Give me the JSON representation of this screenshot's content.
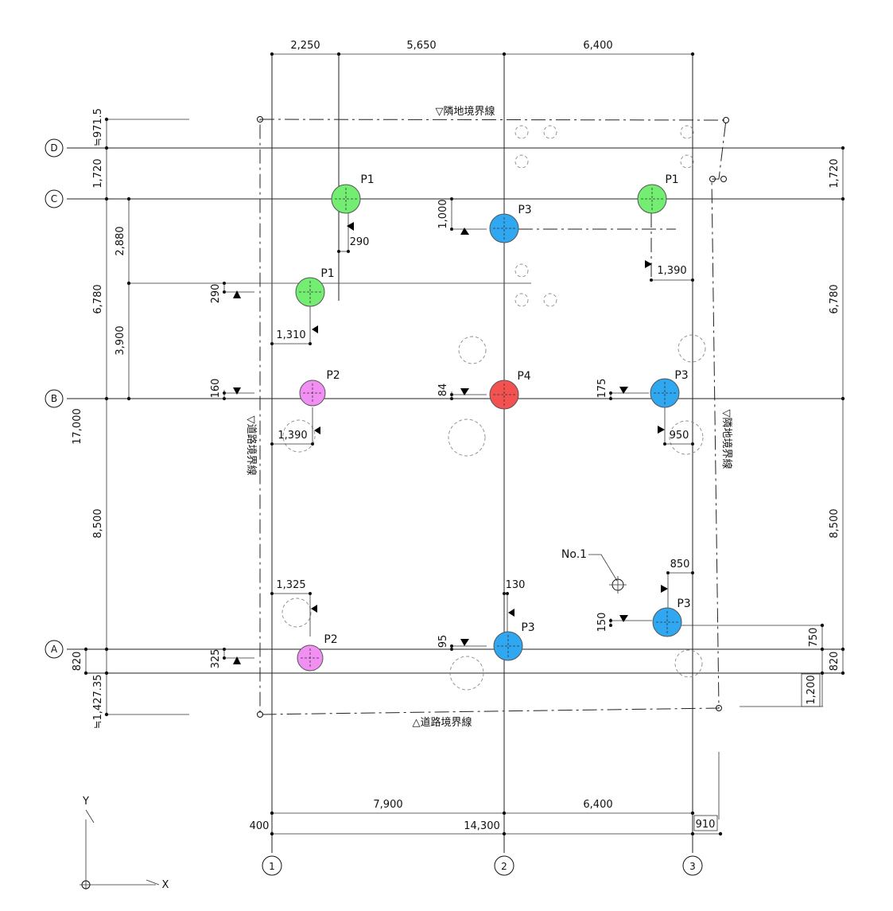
{
  "colors": {
    "P1": "#73ee73",
    "P2": "#f28ff2",
    "P3": "#2fa7f1",
    "P4": "#f45151",
    "line": "#111111",
    "ghost": "#888888"
  },
  "grid": {
    "rows": [
      "D",
      "C",
      "B",
      "A"
    ],
    "columns": [
      "1",
      "2",
      "3"
    ]
  },
  "top_dims": [
    "2,250",
    "5,650",
    "6,400"
  ],
  "bottom_dims": {
    "span_1_2": "7,900",
    "span_2_3": "6,400",
    "offset_left": "400",
    "total": "14,300",
    "offset_right": "910"
  },
  "left_dims": {
    "top": "≒971.5",
    "d_c": "1,720",
    "c_b": "6,780",
    "c_sub": "2,880",
    "b_sub": "3,900",
    "total": "17,000",
    "b_a": "8,500",
    "a_sub": "820",
    "bottom": "≒1,427.35"
  },
  "right_dims": {
    "d_c": "1,720",
    "c_b": "6,780",
    "b_a": "8,500",
    "a_sub": "750",
    "a_low": "820",
    "box": "1,200"
  },
  "boundary": {
    "top": "▽隣地境界線",
    "right": "▽隣地境界線",
    "left": "▽道路境界線",
    "bottom": "△道路境界線"
  },
  "piles": [
    {
      "label": "P1",
      "type": "P1"
    },
    {
      "label": "P1",
      "type": "P1"
    },
    {
      "label": "P1",
      "type": "P1"
    },
    {
      "label": "P2",
      "type": "P2"
    },
    {
      "label": "P2",
      "type": "P2"
    },
    {
      "label": "P3",
      "type": "P3"
    },
    {
      "label": "P3",
      "type": "P3"
    },
    {
      "label": "P3",
      "type": "P3"
    },
    {
      "label": "P3",
      "type": "P3"
    },
    {
      "label": "P4",
      "type": "P4"
    }
  ],
  "offsets": {
    "c_290_v": "290",
    "c_1000": "1,000",
    "c_1390": "1,390",
    "sub_290": "290",
    "sub_1310": "1,310",
    "b_160": "160",
    "b_1390": "1,390",
    "b_84": "84",
    "b_175": "175",
    "b_950": "950",
    "a_1325": "1,325",
    "a_130": "130",
    "a_850": "850",
    "a_150": "150",
    "a_95": "95",
    "a_325": "325"
  },
  "survey_point": "No.1",
  "axes_labels": {
    "x": "X",
    "y": "Y"
  }
}
